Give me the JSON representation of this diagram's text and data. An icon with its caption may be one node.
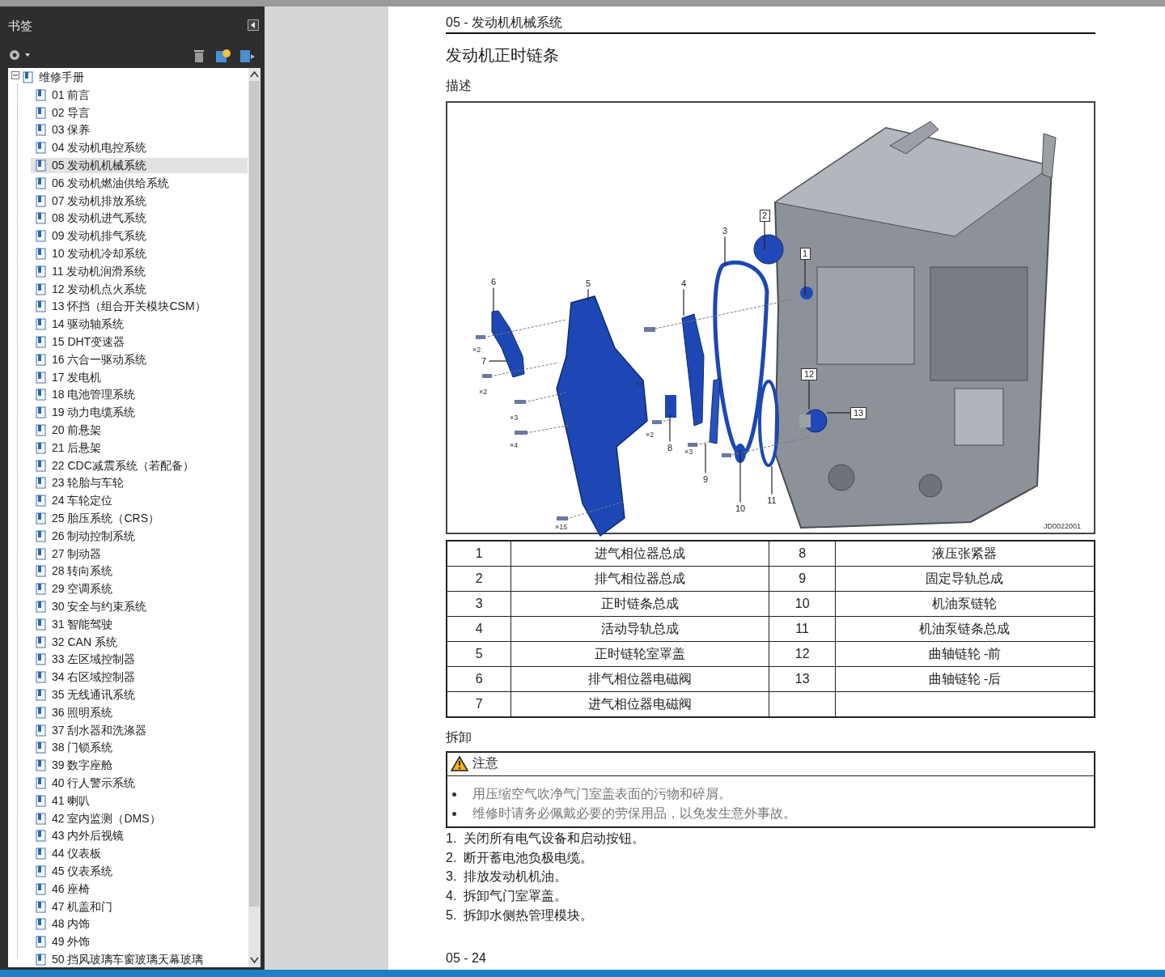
{
  "diagram": {
    "nodes": [
      {
        "text": [
          "1"
        ]
      },
      {
        "text": [
          "2"
        ]
      },
      {
        "text": [
          "3"
        ]
      },
      {
        "text": [
          "4"
        ]
      },
      {
        "text": [
          "5"
        ]
      },
      {
        "text": [
          "6"
        ]
      },
      {
        "text": [
          "7"
        ]
      },
      {
        "text": [
          "8"
        ]
      },
      {
        "text": [
          "9"
        ]
      },
      {
        "text": [
          "10"
        ]
      },
      {
        "text": [
          "11"
        ]
      },
      {
        "text": [
          "12"
        ]
      },
      {
        "text": [
          "13"
        ]
      }
    ],
    "edges": [
      {
        "from": 0,
        "to": null,
        "arrow": "none"
      },
      {
        "from": 1,
        "to": null,
        "arrow": "none"
      },
      {
        "from": 2,
        "to": null,
        "arrow": "none"
      },
      {
        "from": 3,
        "to": null,
        "arrow": "none"
      },
      {
        "from": 4,
        "to": null,
        "arrow": "none"
      },
      {
        "from": 5,
        "to": null,
        "arrow": "none"
      },
      {
        "from": 6,
        "to": null,
        "arrow": "none"
      },
      {
        "from": 7,
        "to": null,
        "arrow": "none"
      },
      {
        "from": 8,
        "to": null,
        "arrow": "none"
      },
      {
        "from": 9,
        "to": null,
        "arrow": "none"
      },
      {
        "from": 10,
        "to": null,
        "arrow": "none"
      },
      {
        "from": 11,
        "to": null,
        "arrow": "none"
      },
      {
        "from": 12,
        "to": null,
        "arrow": "none"
      }
    ],
    "labels": [
      "书签",
      "维修手册",
      "01 前言",
      "02 导言",
      "03 保养",
      "04 发动机电控系统",
      "05 发动机机械系统",
      "06 发动机燃油供给系统",
      "07 发动机排放系统",
      "08 发动机进气系统",
      "09 发动机排气系统",
      "10 发动机冷却系统",
      "11 发动机润滑系统",
      "12 发动机点火系统",
      "13 怀挡（组合开关模块CSM）",
      "14 驱动轴系统",
      "15 DHT变速器",
      "16 六合一驱动系统",
      "17 发电机",
      "18 电池管理系统",
      "19 动力电缆系统",
      "20 前悬架",
      "21 后悬架",
      "22 CDC减震系统（若配备）",
      "23 轮胎与车轮",
      "24 车轮定位",
      "25 胎压系统（CRS）",
      "26 制动控制系统",
      "27 制动器",
      "28 转向系统",
      "29 空调系统",
      "30 安全与约束系统",
      "31 智能驾驶",
      "32 CAN 系统",
      "33 左区域控制器",
      "34 右区域控制器",
      "35 无线通讯系统",
      "36 照明系统",
      "37 刮水器和洗涤器",
      "38 门锁系统",
      "39 数字座舱",
      "40 行人警示系统",
      "41 喇叭",
      "42 室内监测（DMS）",
      "43 内外后视镜",
      "44 仪表板",
      "45 仪表系统",
      "46 座椅",
      "47 机盖和门",
      "48 内饰",
      "49 外饰",
      "50 挡风玻璃车窗玻璃天幕玻璃",
      "05 - 发动机机械系统",
      "发动机正时链条",
      "描述",
      "×2",
      "×2",
      "×4",
      "×3",
      "×4",
      "×2",
      "×3",
      "×15",
      "JD0022001",
      "1",
      "进气相位器总成",
      "8",
      "液压张紧器",
      "2",
      "排气相位器总成",
      "9",
      "固定导轨总成",
      "3",
      "正时链条总成",
      "10",
      "机油泵链轮",
      "4",
      "活动导轨总成",
      "11",
      "机油泵链条总成",
      "5",
      "正时链轮室罩盖",
      "12",
      "曲轴链轮 -前",
      "6",
      "排气相位器电磁阀",
      "13",
      "曲轴链轮 -后",
      "7",
      "进气相位器电磁阀",
      "拆卸",
      "注意",
      "用压缩空气吹净气门室盖表面的污物和碎屑。",
      "维修时请务必佩戴必要的劳保用品，以免发生意外事故。",
      "1.  关闭所有电气设备和启动按钮。",
      "2.  断开蓄电池负极电缆。",
      "3.  排放发动机机油。",
      "4.  拆卸气门室罩盖。",
      "5.  拆卸水侧热管理模块。",
      "05 - 24"
    ]
  }
}
